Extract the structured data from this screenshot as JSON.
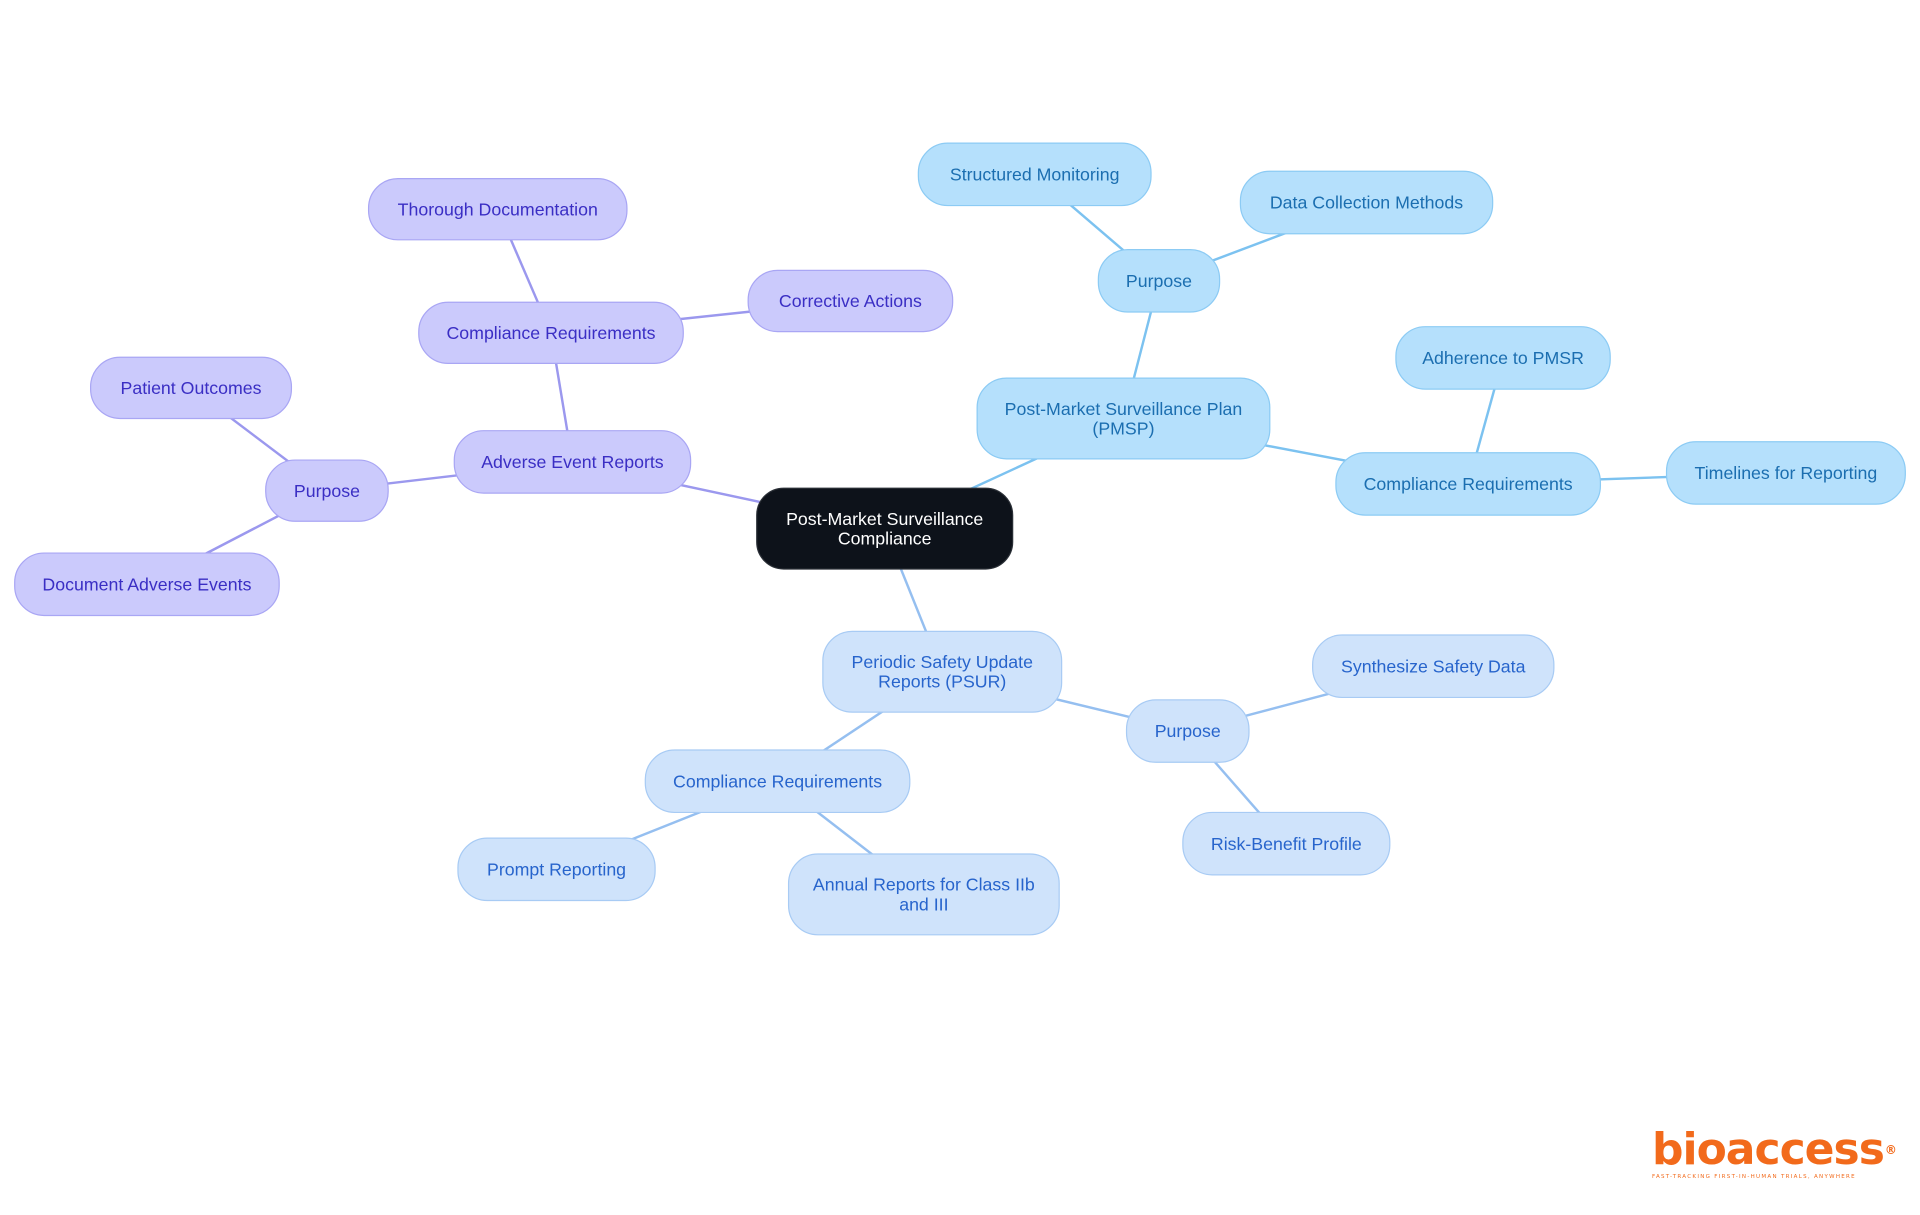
{
  "root": {
    "label": [
      "Post-Market Surveillance",
      "Compliance"
    ]
  },
  "branches": [
    {
      "label": [
        "Adverse Event Reports"
      ],
      "theme": "purple",
      "children": [
        {
          "label": [
            "Compliance Requirements"
          ],
          "children": [
            {
              "label": [
                "Thorough Documentation"
              ]
            },
            {
              "label": [
                "Corrective Actions"
              ]
            }
          ]
        },
        {
          "label": [
            "Purpose"
          ],
          "children": [
            {
              "label": [
                "Patient Outcomes"
              ]
            },
            {
              "label": [
                "Document Adverse Events"
              ]
            }
          ]
        }
      ]
    },
    {
      "label": [
        "Post-Market Surveillance Plan",
        "(PMSP)"
      ],
      "theme": "sky",
      "children": [
        {
          "label": [
            "Purpose"
          ],
          "children": [
            {
              "label": [
                "Structured Monitoring"
              ]
            },
            {
              "label": [
                "Data Collection Methods"
              ]
            }
          ]
        },
        {
          "label": [
            "Compliance Requirements"
          ],
          "children": [
            {
              "label": [
                "Adherence to PMSR"
              ]
            },
            {
              "label": [
                "Timelines for Reporting"
              ]
            }
          ]
        }
      ]
    },
    {
      "label": [
        "Periodic Safety Update",
        "Reports (PSUR)"
      ],
      "theme": "pale",
      "children": [
        {
          "label": [
            "Purpose"
          ],
          "children": [
            {
              "label": [
                "Synthesize Safety Data"
              ]
            },
            {
              "label": [
                "Risk-Benefit Profile"
              ]
            }
          ]
        },
        {
          "label": [
            "Compliance Requirements"
          ],
          "children": [
            {
              "label": [
                "Prompt Reporting"
              ]
            },
            {
              "label": [
                "Annual Reports for Class IIb",
                "and III"
              ]
            }
          ]
        }
      ]
    }
  ],
  "themes": {
    "root": {
      "fill": "#0d121a",
      "stroke": "#2a2f36",
      "text": "#ffffff",
      "line": "#8fb8ee"
    },
    "purple": {
      "fill": "#cbcafc",
      "stroke": "#a9a6f4",
      "text": "#3a2ec4",
      "line": "#9b98ee"
    },
    "sky": {
      "fill": "#b5e0fc",
      "stroke": "#8ccbf4",
      "text": "#1b6eb0",
      "line": "#7cc2f0"
    },
    "pale": {
      "fill": "#cfe3fb",
      "stroke": "#a8cbf4",
      "text": "#2764cc",
      "line": "#95bff0"
    }
  },
  "logo": {
    "name": "bioaccess",
    "tagline": "FAST-TRACKING FIRST-IN-HUMAN TRIALS, ANYWHERE",
    "color": "#f26a1b"
  }
}
